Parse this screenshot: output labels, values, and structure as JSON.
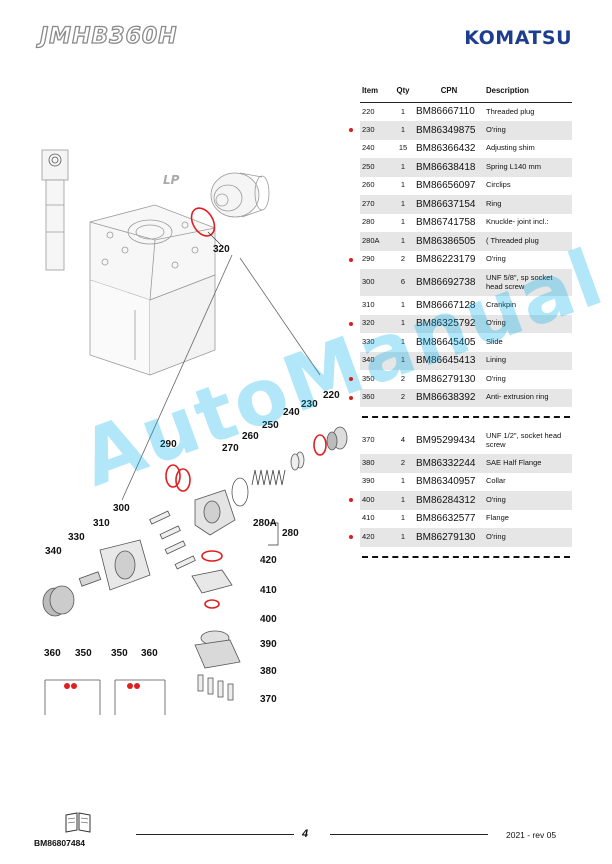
{
  "header": {
    "model": "JMHB360H",
    "brand": "KOMATSU"
  },
  "table": {
    "headers": {
      "item": "Item",
      "qty": "Qty",
      "cpn": "CPN",
      "description": "Description"
    },
    "rows": [
      {
        "item": "220",
        "qty": "1",
        "cpn": "BM86667110",
        "description": "Threaded plug",
        "marked": false
      },
      {
        "item": "230",
        "qty": "1",
        "cpn": "BM86349875",
        "description": "O'ring",
        "marked": true
      },
      {
        "item": "240",
        "qty": "15",
        "cpn": "BM86366432",
        "description": "Adjusting shim",
        "marked": false
      },
      {
        "item": "250",
        "qty": "1",
        "cpn": "BM86638418",
        "description": "Spring   L140 mm",
        "marked": false
      },
      {
        "item": "260",
        "qty": "1",
        "cpn": "BM86656097",
        "description": "Circlips",
        "marked": false
      },
      {
        "item": "270",
        "qty": "1",
        "cpn": "BM86637154",
        "description": "Ring",
        "marked": false
      },
      {
        "item": "280",
        "qty": "1",
        "cpn": "BM86741758",
        "description": "Knuckle- joint incl.:",
        "marked": false
      },
      {
        "item": "280A",
        "qty": "1",
        "cpn": "BM86386505",
        "description": "( Threaded plug",
        "marked": false
      },
      {
        "item": "290",
        "qty": "2",
        "cpn": "BM86223179",
        "description": "O'ring",
        "marked": true
      },
      {
        "item": "300",
        "qty": "6",
        "cpn": "BM86692738",
        "description": "UNF 5/8\", sp socket head screw",
        "marked": false
      },
      {
        "item": "310",
        "qty": "1",
        "cpn": "BM86667128",
        "description": "Crankpin",
        "marked": false
      },
      {
        "item": "320",
        "qty": "1",
        "cpn": "BM86325792",
        "description": "O'ring",
        "marked": true
      },
      {
        "item": "330",
        "qty": "1",
        "cpn": "BM86645405",
        "description": "Slide",
        "marked": false
      },
      {
        "item": "340",
        "qty": "1",
        "cpn": "BM86645413",
        "description": "Lining",
        "marked": false
      },
      {
        "item": "350",
        "qty": "2",
        "cpn": "BM86279130",
        "description": "O'ring",
        "marked": true
      },
      {
        "item": "360",
        "qty": "2",
        "cpn": "BM86638392",
        "description": "Anti- extrusion ring",
        "marked": true
      }
    ],
    "rows2": [
      {
        "item": "370",
        "qty": "4",
        "cpn": "BM95299434",
        "description": "UNF 1/2\", socket head screw",
        "marked": false
      },
      {
        "item": "380",
        "qty": "2",
        "cpn": "BM86332244",
        "description": "SAE Half Flange",
        "marked": false
      },
      {
        "item": "390",
        "qty": "1",
        "cpn": "BM86340957",
        "description": "Collar",
        "marked": false
      },
      {
        "item": "400",
        "qty": "1",
        "cpn": "BM86284312",
        "description": "O'ring",
        "marked": true
      },
      {
        "item": "410",
        "qty": "1",
        "cpn": "BM86632577",
        "description": "Flange",
        "marked": false
      },
      {
        "item": "420",
        "qty": "1",
        "cpn": "BM86279130",
        "description": "O'ring",
        "marked": true
      }
    ]
  },
  "diagram": {
    "view_label": "LP",
    "callouts": {
      "c320": "320",
      "c220": "220",
      "c230": "230",
      "c240": "240",
      "c250": "250",
      "c260": "260",
      "c270": "270",
      "c290": "290",
      "c300": "300",
      "c310": "310",
      "c280A": "280A",
      "c280": "280",
      "c330": "330",
      "c340": "340",
      "c420": "420",
      "c410": "410",
      "c400": "400",
      "c390": "390",
      "c380": "380",
      "c370": "370",
      "c360a": "360",
      "c350a": "350",
      "c350b": "350",
      "c360b": "360"
    }
  },
  "watermark": "AutoManual",
  "footer": {
    "code": "BM86807484",
    "page": "4",
    "revision": "2021 -  rev 05"
  },
  "colors": {
    "brand": "#1d3d8f",
    "marker": "#d81e1e",
    "oring": "#e02020",
    "watermark": "#00aeef"
  }
}
